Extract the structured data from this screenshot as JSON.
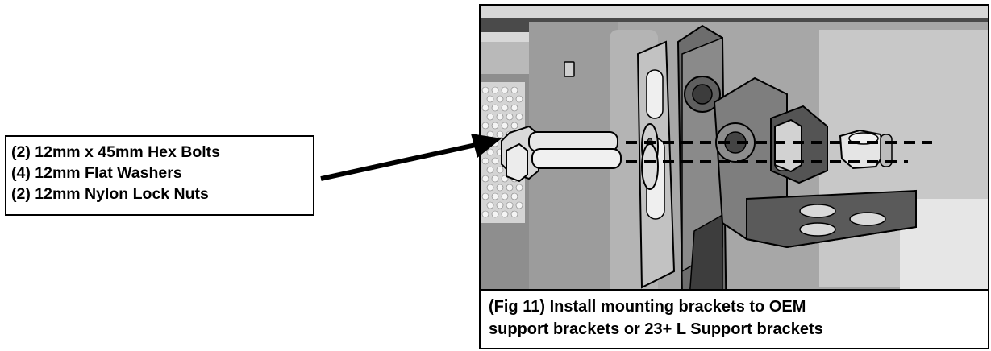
{
  "parts_callout": {
    "lines": [
      "(2) 12mm x 45mm Hex Bolts",
      "(4) 12mm Flat Washers",
      "(2) 12mm Nylon Lock Nuts"
    ]
  },
  "figure": {
    "caption_lines": [
      "(Fig 11) Install mounting brackets to OEM",
      "support brackets or 23+ L Support brackets"
    ]
  }
}
